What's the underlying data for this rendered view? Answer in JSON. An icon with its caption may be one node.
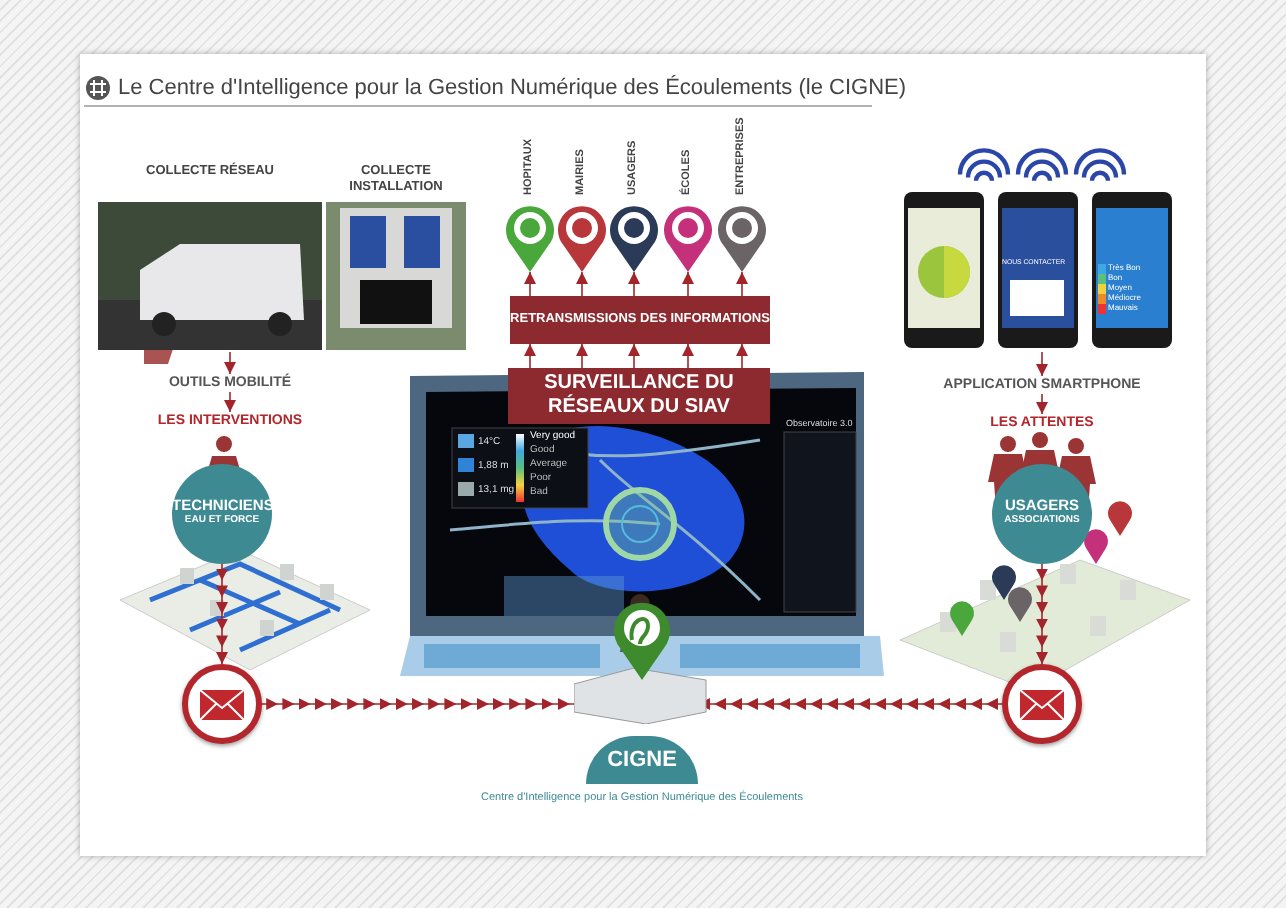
{
  "diagram": {
    "title": "Le Centre d'Intelligence pour la Gestion Numérique des Écoulements (le CIGNE)",
    "nodes": [
      {
        "text": [
          "COLLECTE RÉSEAU"
        ]
      },
      {
        "text": [
          "COLLECTE INSTALLATION"
        ]
      },
      {
        "text": [
          "OUTILS MOBILITÉ"
        ]
      },
      {
        "text": [
          "LES INTERVENTIONS"
        ]
      },
      {
        "text": [
          "TECHNICIENS",
          "EAU ET FORCE"
        ]
      },
      {
        "text": [],
        "shape": "circle"
      },
      {
        "text": [
          "HOPITAUX"
        ]
      },
      {
        "text": [
          "MAIRIES"
        ]
      },
      {
        "text": [
          "USAGERS"
        ]
      },
      {
        "text": [
          "ÉCOLES"
        ]
      },
      {
        "text": [
          "ENTREPRISES"
        ]
      },
      {
        "text": [
          "RETRANSMISSIONS DES INFORMATIONS"
        ]
      },
      {
        "text": [
          "SURVEILLANCE DU RÉSEAUX DU SIAV"
        ]
      },
      {
        "text": [],
        "shape": "picture"
      },
      {
        "text": [
          "APPLICATION SMARTPHONE"
        ]
      },
      {
        "text": [
          "LES ATTENTES"
        ]
      },
      {
        "text": [
          "USAGERS",
          "ASSOCIATIONS"
        ]
      },
      {
        "text": [],
        "shape": "circle"
      },
      {
        "text": [
          "CIGNE"
        ],
        "beside": [
          "Centre d'Intelligence pour la Gestion Numérique des Écoulements"
        ]
      }
    ],
    "edges": [
      {
        "from": 0,
        "to": 2,
        "arrow": "to"
      },
      {
        "from": 2,
        "to": 3,
        "arrow": "to"
      },
      {
        "from": 4,
        "to": 5,
        "arrow": "to"
      },
      {
        "from": 5,
        "to": 18,
        "arrow": "to"
      },
      {
        "from": 11,
        "to": 6,
        "arrow": "to"
      },
      {
        "from": 11,
        "to": 7,
        "arrow": "to"
      },
      {
        "from": 11,
        "to": 8,
        "arrow": "to"
      },
      {
        "from": 11,
        "to": 9,
        "arrow": "to"
      },
      {
        "from": 11,
        "to": 10,
        "arrow": "to"
      },
      {
        "from": 12,
        "to": 11,
        "arrow": "to"
      },
      {
        "from": 12,
        "to": 11,
        "arrow": "to"
      },
      {
        "from": 12,
        "to": 11,
        "arrow": "to"
      },
      {
        "from": 12,
        "to": 11,
        "arrow": "to"
      },
      {
        "from": 12,
        "to": 11,
        "arrow": "to"
      },
      {
        "from": 13,
        "to": 14,
        "arrow": "to"
      },
      {
        "from": 14,
        "to": 15,
        "arrow": "to"
      },
      {
        "from": 16,
        "to": 17,
        "arrow": "to"
      },
      {
        "from": 17,
        "to": 18,
        "arrow": "to"
      }
    ],
    "labels": [
      "14°C",
      "1,88 m",
      "13,1 mg",
      "Very good",
      "Good",
      "Average",
      "Poor",
      "Bad",
      "Observatoire 3.0",
      "NOUS CONTACTER",
      "Très Bon",
      "Bon",
      "Moyen",
      "Médiocre",
      "Mauvais"
    ]
  }
}
